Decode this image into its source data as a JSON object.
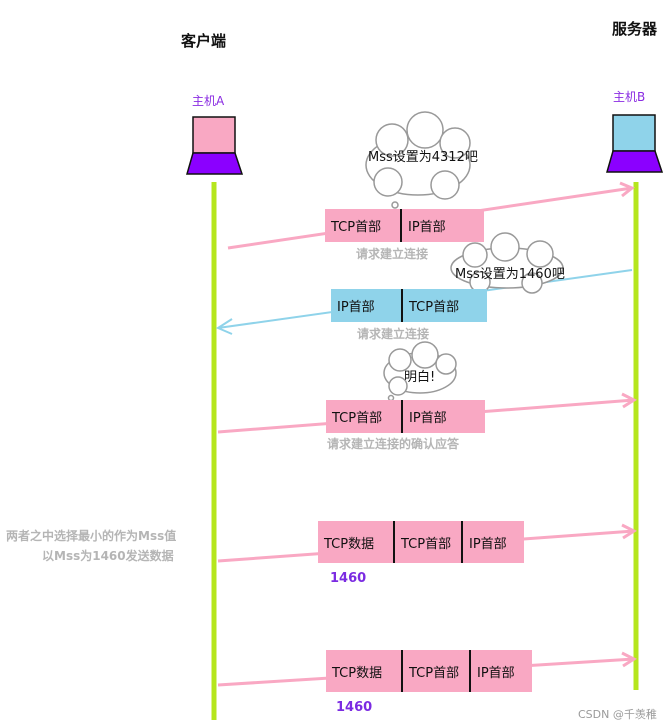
{
  "client": {
    "role": "客户端",
    "host": "主机A"
  },
  "server": {
    "role": "服务器",
    "host": "主机B"
  },
  "messages": [
    {
      "cells": [
        "TCP首部",
        "IP首部"
      ],
      "caption": "请求建立连接",
      "cloud": "Mss设置为4312吧"
    },
    {
      "cells": [
        "IP首部",
        "TCP首部"
      ],
      "caption": "请求建立连接",
      "cloud": "Mss设置为1460吧"
    },
    {
      "cells": [
        "TCP首部",
        "IP首部"
      ],
      "caption": "请求建立连接的确认应答",
      "cloud": "明白!"
    },
    {
      "cells": [
        "TCP数据",
        "TCP首部",
        "IP首部"
      ],
      "size": "1460"
    },
    {
      "cells": [
        "TCP数据",
        "TCP首部",
        "IP首部"
      ],
      "size": "1460"
    }
  ],
  "note": {
    "line1": "两者之中选择最小的作为Mss值",
    "line2": "以Mss为1460发送数据"
  },
  "watermark": "CSDN @千羡稚",
  "colors": {
    "lifeline": "#b5e61d",
    "pink": "#f9a8c3",
    "blue": "#8fd3ea",
    "computer_screen_a": "#f9a8c3",
    "computer_screen_b": "#8fd3ea",
    "computer_base": "#8b00ff"
  }
}
